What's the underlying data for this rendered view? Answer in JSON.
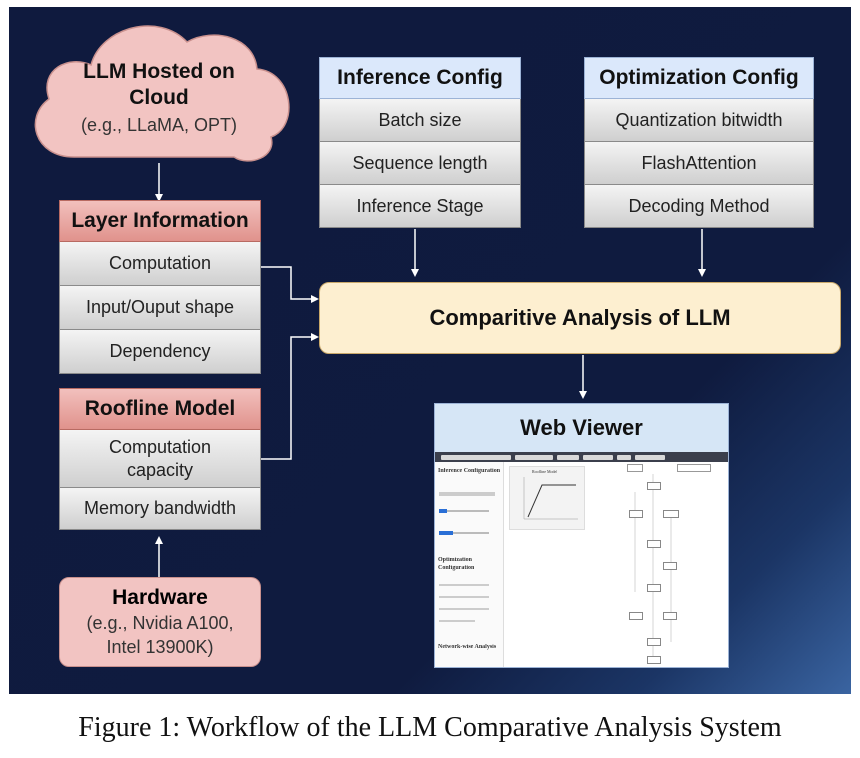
{
  "cloud": {
    "title_line1": "LLM Hosted on",
    "title_line2": "Cloud",
    "subtitle": "(e.g., LLaMA, OPT)"
  },
  "layer_info": {
    "header": "Layer Information",
    "rows": [
      "Computation",
      "Input/Ouput shape",
      "Dependency"
    ]
  },
  "roofline": {
    "header": "Roofline Model",
    "row1_line1": "Computation",
    "row1_line2": "capacity",
    "row2": "Memory bandwidth"
  },
  "hardware": {
    "title": "Hardware",
    "line1": "(e.g., Nvidia A100,",
    "line2": "Intel 13900K)"
  },
  "inference_config": {
    "header": "Inference Config",
    "rows": [
      "Batch size",
      "Sequence length",
      "Inference Stage"
    ]
  },
  "optimization_config": {
    "header": "Optimization Config",
    "rows": [
      "Quantization bitwidth",
      "FlashAttention",
      "Decoding Method"
    ]
  },
  "analysis": {
    "label": "Comparitive Analysis of LLM"
  },
  "web_viewer": {
    "title": "Web Viewer",
    "panel_inference": "Inference Configuration",
    "panel_optimization_l1": "Optimization",
    "panel_optimization_l2": "Configuration",
    "panel_network": "Network-wise Analysis",
    "chart_title": "Roofline Model"
  },
  "caption": "Figure 1: Workflow of the LLM Comparative Analysis System",
  "colors": {
    "background": "#0f1a3e",
    "cloud_fill": "#f2c4c2",
    "header_blue": "#dbe8fb",
    "header_red": "#e0928c",
    "analysis_fill": "#fdefd0",
    "arrow": "#ffffff"
  }
}
